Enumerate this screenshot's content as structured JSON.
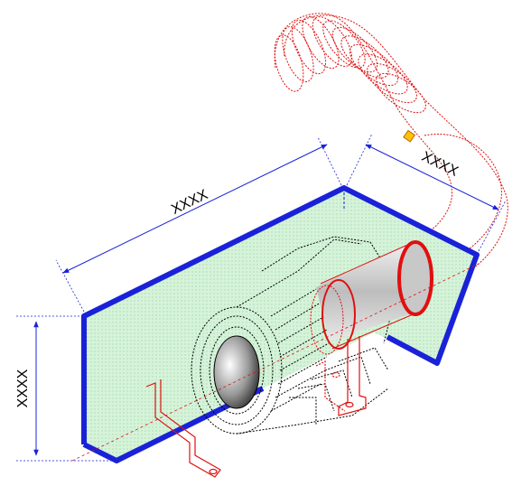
{
  "diagram": {
    "dimensions": {
      "length_label": "XXXX",
      "depth_label": "XXXX",
      "height_label": "XXXX"
    },
    "colors": {
      "plate_outline": "#1a22d8",
      "plate_fill": "#c8efcf",
      "duct": "#e01010",
      "motor": "#000000",
      "dimension": "#1a22d8",
      "accent": "#ffc107"
    },
    "icons": {
      "plate": "l-shaped-mounting-plate",
      "motor": "fan-motor-housing",
      "duct": "flexible-duct-hose",
      "clamp": "hose-clamp",
      "bracket": "mounting-bracket"
    }
  }
}
